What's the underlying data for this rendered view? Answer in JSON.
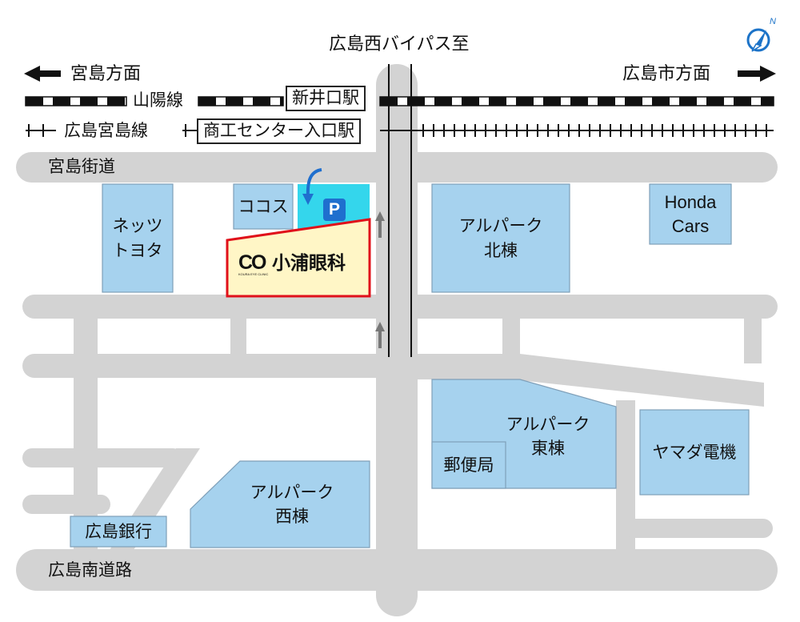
{
  "labels": {
    "bypass": "広島西バイパス至",
    "west_direction": "宮島方面",
    "east_direction": "広島市方面",
    "sanyo_line": "山陽線",
    "miyajima_line": "広島宮島線",
    "station_shinikuchi": "新井口駅",
    "station_shoko": "商工センター入口駅",
    "road_miyajima_kaido": "宮島街道",
    "road_minami": "広島南道路"
  },
  "buildings": {
    "netz_toyota": "ネッツ\nトヨタ",
    "cocos": "ココス",
    "parking_mark": "P",
    "clinic_logo": "CO",
    "clinic_logo_sub": "KOURA EYE CLINIC",
    "clinic_name": "小浦眼科",
    "alpark_north": "アルパーク\n北棟",
    "honda_cars": "Honda\nCars",
    "alpark_east": "アルパーク\n東棟",
    "post_office": "郵便局",
    "yamada": "ヤマダ電機",
    "alpark_west": "アルパーク\n西棟",
    "hiroshima_bank": "広島銀行"
  },
  "icons": [
    "compass-icon",
    "arrow-left-icon",
    "arrow-right-icon",
    "parking-entry-arrow-icon",
    "up-arrow-icon"
  ],
  "colors": {
    "road": "#d3d3d3",
    "building": "#a6d2ee",
    "building_border": "#7f9fb8",
    "parking": "#34d6ec",
    "parking_sign": "#1f6fce",
    "clinic_fill": "#fff6c6",
    "clinic_border": "#e0101a",
    "compass": "#1c73c8"
  }
}
